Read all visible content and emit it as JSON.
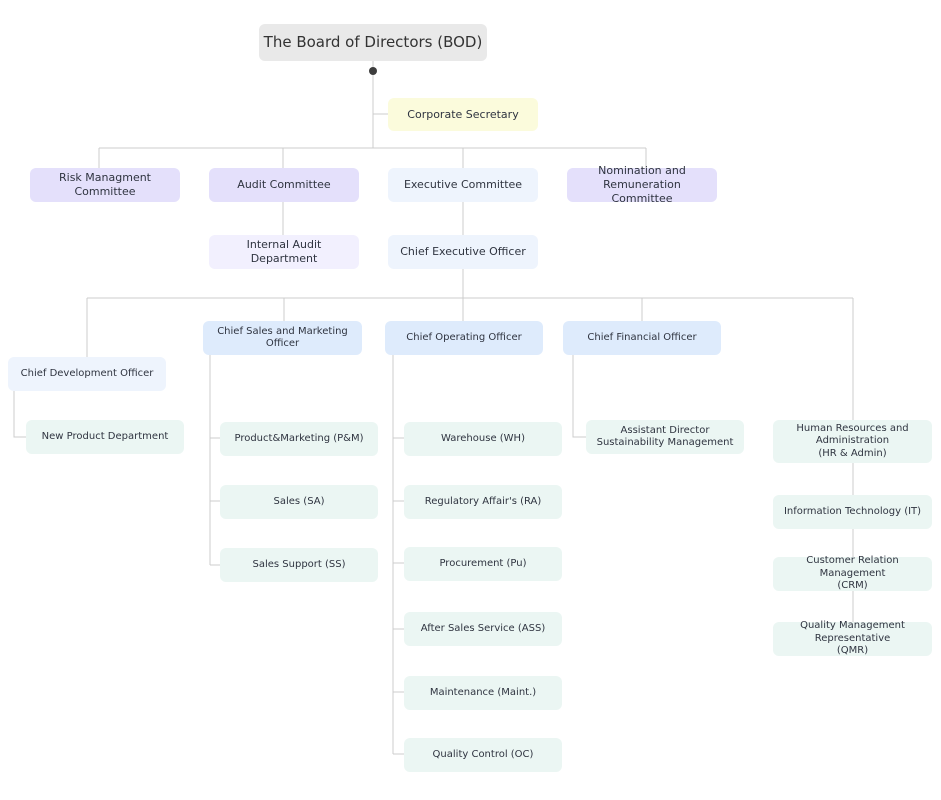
{
  "chart": {
    "root": "The Board of Directors (BOD)",
    "corporate_secretary": "Corporate Secretary",
    "committees": {
      "risk": "Risk Managment\nCommittee",
      "audit": "Audit Committee",
      "executive": "Executive Committee",
      "nomination": "Nomination and\nRemuneration Committee"
    },
    "internal_audit": "Internal Audit Department",
    "ceo": "Chief Executive Officer",
    "executives": {
      "cdo": "Chief Development Officer",
      "csmo": "Chief Sales and Marketing Officer",
      "coo": "Chief Operating Officer",
      "cfo": "Chief Financial Officer"
    },
    "cdo_departments": [
      "New Product Department"
    ],
    "csmo_departments": [
      "Product&Marketing (P&M)",
      "Sales (SA)",
      "Sales Support (SS)"
    ],
    "coo_departments": [
      "Warehouse (WH)",
      "Regulatory Affair's (RA)",
      "Procurement (Pu)",
      "After Sales Service (ASS)",
      "Maintenance (Maint.)",
      "Quality Control (OC)"
    ],
    "cfo_departments": [
      "Assistant Director\nSustainability Management"
    ],
    "admin_departments": [
      "Human Resources and\nAdministration\n(HR & Admin)",
      "Information Technology (IT)",
      "Customer Relation Management\n(CRM)",
      "Quality Management Representative\n(QMR)"
    ]
  },
  "colors": {
    "root": "#e9e9e9",
    "secretary": "#fbfbdc",
    "committee": "#e4e0fb",
    "audit_department": "#f2f0fe",
    "executive": "#deebfc",
    "officer_light": "#eef4fd",
    "department": "#ebf6f3",
    "connector": "#cccccc",
    "node_dot": "#3d3d3d"
  }
}
